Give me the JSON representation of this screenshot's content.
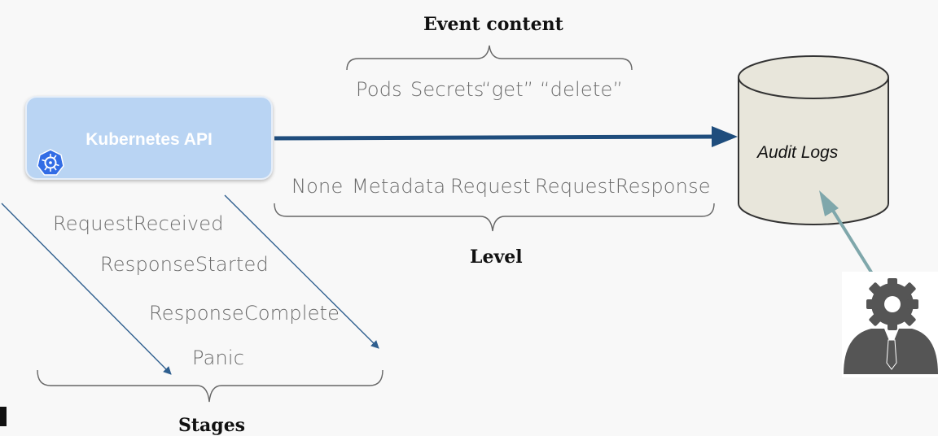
{
  "event_content": {
    "heading": "Event content",
    "items": [
      "Pods",
      "Secrets",
      "“get”",
      "“delete”"
    ]
  },
  "kubernetes_api": {
    "label": "Kubernetes API"
  },
  "audit_logs": {
    "label": "Audit Logs"
  },
  "level": {
    "heading": "Level",
    "items": [
      "None",
      "Metadata",
      "Request",
      "RequestResponse"
    ]
  },
  "stages": {
    "heading": "Stages",
    "items": [
      "RequestReceived",
      "ResponseStarted",
      "ResponseComplete",
      "Panic"
    ]
  },
  "icons": [
    "kubernetes-logo-icon",
    "admin-gear-person-icon"
  ],
  "colors": {
    "main_arrow": "#1f4d7d",
    "teal_arrow": "#7fa7ab",
    "api_box": "#b9d4f3",
    "database": "#e8e6db",
    "stage_lines": "#2f5f8f"
  }
}
